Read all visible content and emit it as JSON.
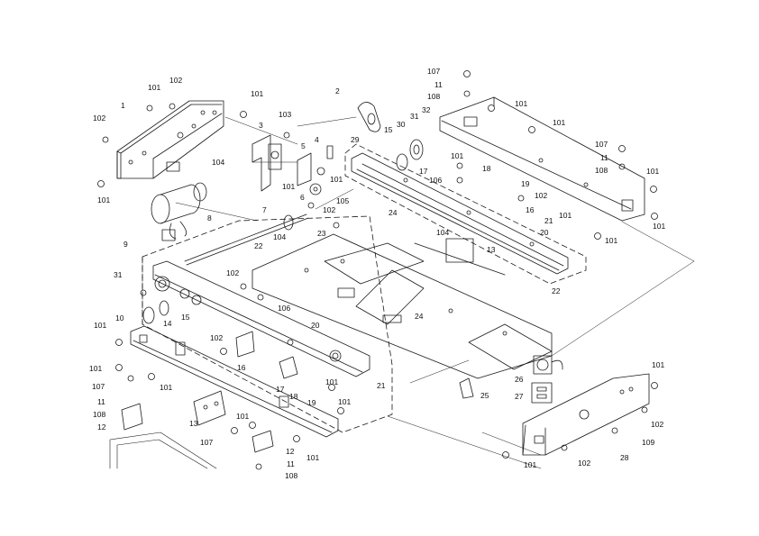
{
  "diagram": {
    "callouts": [
      {
        "id": "c1",
        "text": "1"
      },
      {
        "id": "c2",
        "text": "101"
      },
      {
        "id": "c3",
        "text": "102"
      },
      {
        "id": "c4",
        "text": "101"
      },
      {
        "id": "c5",
        "text": "102"
      },
      {
        "id": "c6",
        "text": "101"
      },
      {
        "id": "c7",
        "text": "3"
      },
      {
        "id": "c8",
        "text": "103"
      },
      {
        "id": "c9",
        "text": "104"
      },
      {
        "id": "c10",
        "text": "8"
      },
      {
        "id": "c11",
        "text": "2"
      },
      {
        "id": "c12",
        "text": "4"
      },
      {
        "id": "c13",
        "text": "5"
      },
      {
        "id": "c14",
        "text": "6"
      },
      {
        "id": "c15",
        "text": "101"
      },
      {
        "id": "c16",
        "text": "101"
      },
      {
        "id": "c17",
        "text": "7"
      },
      {
        "id": "c18",
        "text": "102"
      },
      {
        "id": "c19",
        "text": "104"
      },
      {
        "id": "c20",
        "text": "23"
      },
      {
        "id": "c21",
        "text": "105"
      },
      {
        "id": "c22",
        "text": "22"
      },
      {
        "id": "c23",
        "text": "9"
      },
      {
        "id": "c24",
        "text": "107"
      },
      {
        "id": "c25",
        "text": "11"
      },
      {
        "id": "c26",
        "text": "108"
      },
      {
        "id": "c27",
        "text": "32"
      },
      {
        "id": "c28",
        "text": "31"
      },
      {
        "id": "c29",
        "text": "30"
      },
      {
        "id": "c30",
        "text": "15"
      },
      {
        "id": "c31",
        "text": "29"
      },
      {
        "id": "c32",
        "text": "101"
      },
      {
        "id": "c33",
        "text": "101"
      },
      {
        "id": "c34",
        "text": "17"
      },
      {
        "id": "c35",
        "text": "101"
      },
      {
        "id": "c36",
        "text": "18"
      },
      {
        "id": "c37",
        "text": "106"
      },
      {
        "id": "c38",
        "text": "19"
      },
      {
        "id": "c39",
        "text": "102"
      },
      {
        "id": "c40",
        "text": "16"
      },
      {
        "id": "c41",
        "text": "24"
      },
      {
        "id": "c42",
        "text": "104"
      },
      {
        "id": "c43",
        "text": "13"
      },
      {
        "id": "c44",
        "text": "21"
      },
      {
        "id": "c45",
        "text": "101"
      },
      {
        "id": "c46",
        "text": "20"
      },
      {
        "id": "c47",
        "text": "101"
      },
      {
        "id": "c48",
        "text": "107"
      },
      {
        "id": "c49",
        "text": "11"
      },
      {
        "id": "c50",
        "text": "108"
      },
      {
        "id": "c51",
        "text": "101"
      },
      {
        "id": "c52",
        "text": "101"
      },
      {
        "id": "c53",
        "text": "22"
      },
      {
        "id": "c54",
        "text": "24"
      },
      {
        "id": "c55",
        "text": "31"
      },
      {
        "id": "c56",
        "text": "102"
      },
      {
        "id": "c57",
        "text": "106"
      },
      {
        "id": "c58",
        "text": "14"
      },
      {
        "id": "c59",
        "text": "15"
      },
      {
        "id": "c60",
        "text": "10"
      },
      {
        "id": "c61",
        "text": "101"
      },
      {
        "id": "c62",
        "text": "101"
      },
      {
        "id": "c63",
        "text": "107"
      },
      {
        "id": "c64",
        "text": "101"
      },
      {
        "id": "c65",
        "text": "11"
      },
      {
        "id": "c66",
        "text": "108"
      },
      {
        "id": "c67",
        "text": "12"
      },
      {
        "id": "c68",
        "text": "102"
      },
      {
        "id": "c69",
        "text": "16"
      },
      {
        "id": "c70",
        "text": "20"
      },
      {
        "id": "c71",
        "text": "17"
      },
      {
        "id": "c72",
        "text": "18"
      },
      {
        "id": "c73",
        "text": "19"
      },
      {
        "id": "c74",
        "text": "101"
      },
      {
        "id": "c75",
        "text": "21"
      },
      {
        "id": "c76",
        "text": "101"
      },
      {
        "id": "c77",
        "text": "13"
      },
      {
        "id": "c78",
        "text": "101"
      },
      {
        "id": "c79",
        "text": "107"
      },
      {
        "id": "c80",
        "text": "12"
      },
      {
        "id": "c81",
        "text": "101"
      },
      {
        "id": "c82",
        "text": "11"
      },
      {
        "id": "c83",
        "text": "108"
      },
      {
        "id": "c84",
        "text": "25"
      },
      {
        "id": "c85",
        "text": "26"
      },
      {
        "id": "c86",
        "text": "27"
      },
      {
        "id": "c87",
        "text": "101"
      },
      {
        "id": "c88",
        "text": "102"
      },
      {
        "id": "c89",
        "text": "109"
      },
      {
        "id": "c90",
        "text": "28"
      },
      {
        "id": "c91",
        "text": "101"
      },
      {
        "id": "c92",
        "text": "102"
      }
    ]
  }
}
